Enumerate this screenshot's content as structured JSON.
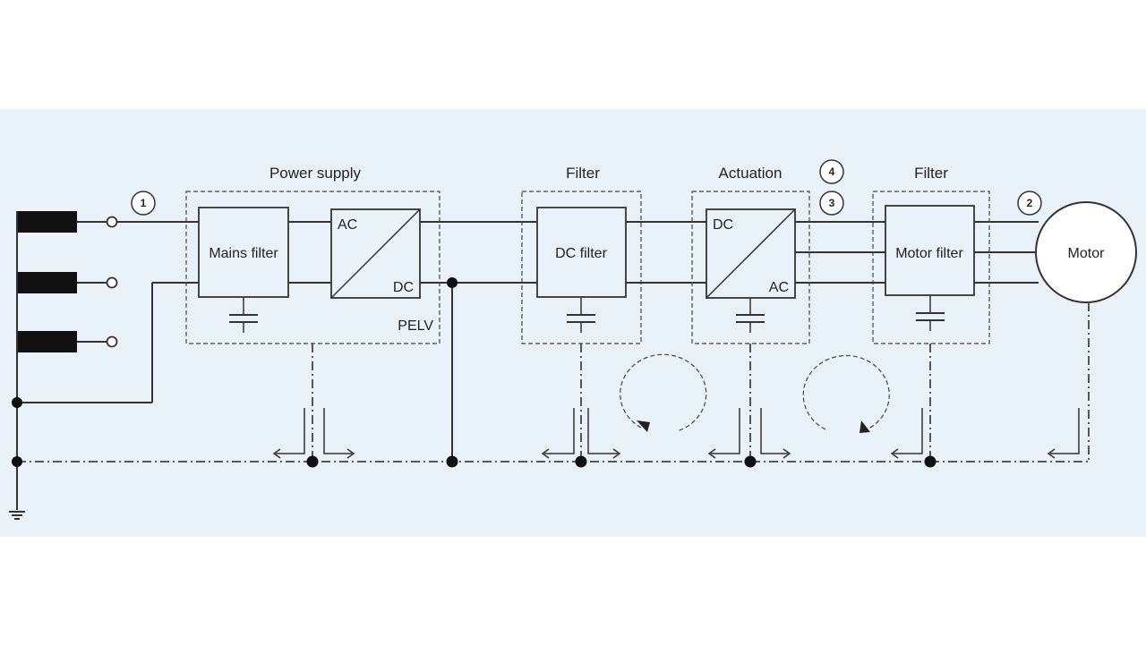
{
  "sections": {
    "power_supply": "Power supply",
    "filter_1": "Filter",
    "actuation": "Actuation",
    "filter_2": "Filter"
  },
  "blocks": {
    "mains_filter": "Mains filter",
    "ac_dc_ac": "AC",
    "ac_dc_dc": "DC",
    "pelv": "PELV",
    "dc_filter": "DC filter",
    "dc_ac_dc": "DC",
    "dc_ac_ac": "AC",
    "motor_filter": "Motor filter",
    "motor": "Motor"
  },
  "markers": [
    "1",
    "2",
    "3",
    "4"
  ],
  "colors": {
    "panel_background": "#e9f1f9",
    "line": "#333333",
    "source_block": "#111111"
  }
}
